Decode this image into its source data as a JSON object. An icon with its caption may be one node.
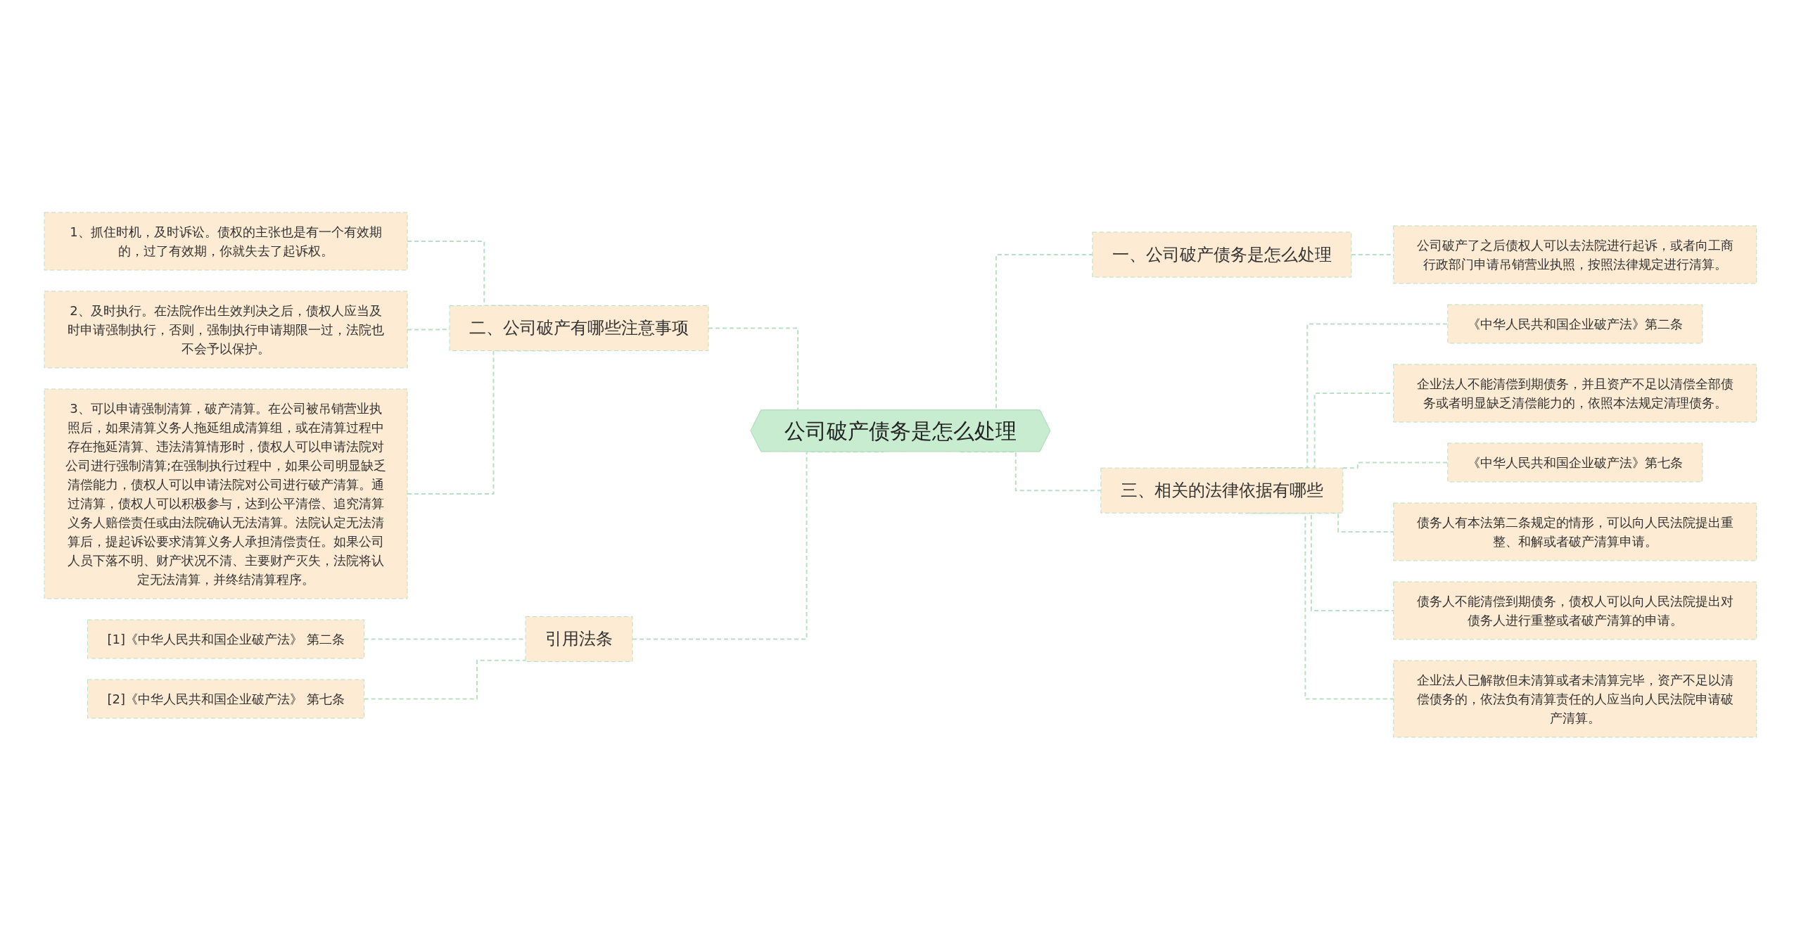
{
  "diagram": {
    "nodes": [
      {
        "text": [
          "公司破产债务是怎么处理"
        ]
      },
      {
        "text": [
          "一、公司破产债务是怎么处理"
        ]
      },
      {
        "text": [
          "公司破产了之后债权人可以去法院进行起诉，或者向工商行政部门申请吊销营业执照，按照法律规定进行清算。"
        ]
      },
      {
        "text": [
          "三、相关的法律依据有哪些"
        ]
      },
      {
        "text": [
          "《中华人民共和国企业破产法》第二条"
        ]
      },
      {
        "text": [
          "企业法人不能清偿到期债务，并且资产不足以清偿全部债务或者明显缺乏清偿能力的，依照本法规定清理债务。"
        ]
      },
      {
        "text": [
          "《中华人民共和国企业破产法》第七条"
        ]
      },
      {
        "text": [
          "债务人有本法第二条规定的情形，可以向人民法院提出重整、和解或者破产清算申请。"
        ]
      },
      {
        "text": [
          "债务人不能清偿到期债务，债权人可以向人民法院提出对债务人进行重整或者破产清算的申请。"
        ]
      },
      {
        "text": [
          "企业法人已解散但未清算或者未清算完毕，资产不足以清偿债务的，依法负有清算责任的人应当向人民法院申请破产清算。"
        ]
      },
      {
        "text": [
          "二、公司破产有哪些注意事项"
        ]
      },
      {
        "text": [
          "1、抓住时机，及时诉讼。债权的主张也是有一个有效期的，过了有效期，你就失去了起诉权。"
        ]
      },
      {
        "text": [
          "2、及时执行。在法院作出生效判决之后，债权人应当及时申请强制执行，否则，强制执行申请期限一过，法院也不会予以保护。"
        ]
      },
      {
        "text": [
          "3、可以申请强制清算，破产清算。在公司被吊销营业执照后，如果清算义务人拖延组成清算组，或在清算过程中存在拖延清算、违法清算情形时，债权人可以申请法院对公司进行强制清算;在强制执行过程中，如果公司明显缺乏清偿能力，债权人可以申请法院对公司进行破产清算。通过清算，债权人可以积极参与，达到公平清偿、追究清算义务人赔偿责任或由法院确认无法清算。法院认定无法清算后，提起诉讼要求清算义务人承担清偿责任。如果公司人员下落不明、财产状况不清、主要财产灭失，法院将认定无法清算，并终结清算程序。"
        ]
      },
      {
        "text": [
          "引用法条"
        ]
      },
      {
        "text": [
          "[1]《中华人民共和国企业破产法》 第二条"
        ]
      },
      {
        "text": [
          "[2]《中华人民共和国企业破产法》 第七条"
        ]
      }
    ],
    "edges": [
      {
        "from": 0,
        "to": 1,
        "arrow": "none",
        "style": "dashed"
      },
      {
        "from": 1,
        "to": 2,
        "arrow": "none",
        "style": "dashed"
      },
      {
        "from": 0,
        "to": 3,
        "arrow": "none",
        "style": "dashed"
      },
      {
        "from": 3,
        "to": 4,
        "arrow": "none",
        "style": "dashed"
      },
      {
        "from": 3,
        "to": 5,
        "arrow": "none",
        "style": "dashed"
      },
      {
        "from": 3,
        "to": 6,
        "arrow": "none",
        "style": "dashed"
      },
      {
        "from": 3,
        "to": 7,
        "arrow": "none",
        "style": "dashed"
      },
      {
        "from": 3,
        "to": 8,
        "arrow": "none",
        "style": "dashed"
      },
      {
        "from": 3,
        "to": 9,
        "arrow": "none",
        "style": "dashed"
      },
      {
        "from": 0,
        "to": 10,
        "arrow": "none",
        "style": "dashed"
      },
      {
        "from": 10,
        "to": 11,
        "arrow": "none",
        "style": "dashed"
      },
      {
        "from": 10,
        "to": 12,
        "arrow": "none",
        "style": "dashed"
      },
      {
        "from": 10,
        "to": 13,
        "arrow": "none",
        "style": "dashed"
      },
      {
        "from": 0,
        "to": 14,
        "arrow": "none",
        "style": "dashed"
      },
      {
        "from": 14,
        "to": 15,
        "arrow": "none",
        "style": "dashed"
      },
      {
        "from": 14,
        "to": 16,
        "arrow": "none",
        "style": "dashed"
      }
    ]
  }
}
